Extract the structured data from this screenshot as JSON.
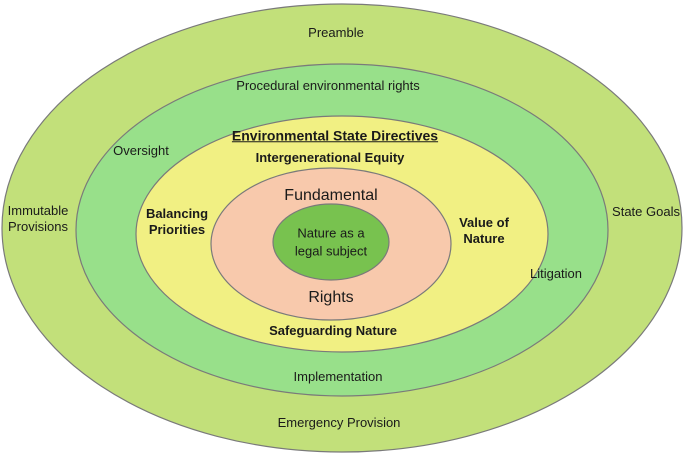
{
  "diagram": {
    "colors": {
      "outer_ring": "#c2e07a",
      "second_ring": "#98e08a",
      "third_ring": "#f1f083",
      "fourth_ring": "#f8c9ac",
      "core": "#78c24f",
      "outline": "#7a7a7a"
    },
    "outer_ring": {
      "top": "Preamble",
      "bottom": "Emergency Provision",
      "left_line1": "Immutable",
      "left_line2": "Provisions",
      "right": "State Goals"
    },
    "second_ring": {
      "top": "Procedural environmental rights",
      "bottom": "Implementation",
      "left": "Oversight",
      "right": "Litigation"
    },
    "third_ring": {
      "title": "Environmental State Directives",
      "subtitle": "Intergenerational Equity",
      "left_line1": "Balancing",
      "left_line2": "Priorities",
      "right_line1": "Value of",
      "right_line2": "Nature",
      "bottom": "Safeguarding Nature"
    },
    "fourth_ring": {
      "top": "Fundamental",
      "bottom": "Rights"
    },
    "core": {
      "line1": "Nature as a",
      "line2": "legal subject"
    }
  }
}
